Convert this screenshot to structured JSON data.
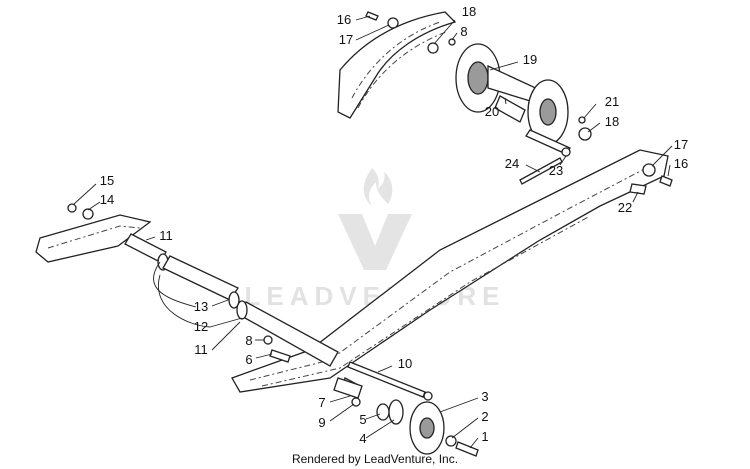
{
  "diagram": {
    "watermark_text": "LEADVENTURE",
    "footer": "Rendered by LeadVenture, Inc.",
    "callouts": [
      "16",
      "17",
      "18",
      "8",
      "19",
      "20",
      "21",
      "18",
      "24",
      "23",
      "17",
      "16",
      "22",
      "15",
      "14",
      "11",
      "13",
      "12",
      "11",
      "8",
      "6",
      "10",
      "7",
      "9",
      "5",
      "4",
      "3",
      "2",
      "1"
    ]
  }
}
